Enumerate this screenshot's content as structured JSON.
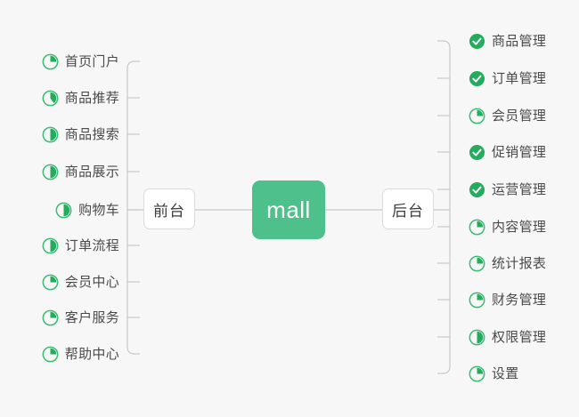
{
  "diagram": {
    "type": "mindmap",
    "title": "mall",
    "background_color": "#f7f7f7",
    "root": {
      "label": "mall",
      "fill_color": "#4ec08b",
      "text_color": "#ffffff"
    },
    "branches": [
      {
        "label": "前台",
        "side": "left"
      },
      {
        "label": "后台",
        "side": "right"
      }
    ],
    "colors": {
      "accent_green": "#4ec08b",
      "icon_green": "#22ac5c",
      "ring_green": "#3cbc74",
      "connector_gray": "#c9c9c9",
      "label_text": "#4a4a4a"
    },
    "left_items": [
      {
        "label": "首页门户",
        "icon": "pie-progress-icon",
        "progress": 25
      },
      {
        "label": "商品推荐",
        "icon": "pie-progress-icon",
        "progress": 40
      },
      {
        "label": "商品搜索",
        "icon": "pie-progress-icon",
        "progress": 50
      },
      {
        "label": "商品展示",
        "icon": "pie-progress-icon",
        "progress": 50
      },
      {
        "label": "购物车",
        "icon": "pie-progress-icon",
        "progress": 50
      },
      {
        "label": "订单流程",
        "icon": "pie-progress-icon",
        "progress": 50
      },
      {
        "label": "会员中心",
        "icon": "pie-progress-icon",
        "progress": 25
      },
      {
        "label": "客户服务",
        "icon": "pie-progress-icon",
        "progress": 25
      },
      {
        "label": "帮助中心",
        "icon": "pie-progress-icon",
        "progress": 25
      }
    ],
    "right_items": [
      {
        "label": "商品管理",
        "icon": "check-circle-icon",
        "progress": 100
      },
      {
        "label": "订单管理",
        "icon": "check-circle-icon",
        "progress": 100
      },
      {
        "label": "会员管理",
        "icon": "pie-progress-icon",
        "progress": 25
      },
      {
        "label": "促销管理",
        "icon": "check-circle-icon",
        "progress": 100
      },
      {
        "label": "运营管理",
        "icon": "check-circle-icon",
        "progress": 100
      },
      {
        "label": "内容管理",
        "icon": "pie-progress-icon",
        "progress": 25
      },
      {
        "label": "统计报表",
        "icon": "pie-progress-icon",
        "progress": 25
      },
      {
        "label": "财务管理",
        "icon": "pie-progress-icon",
        "progress": 25
      },
      {
        "label": "权限管理",
        "icon": "pie-progress-icon",
        "progress": 50
      },
      {
        "label": "设置",
        "icon": "pie-progress-icon",
        "progress": 25
      }
    ]
  }
}
